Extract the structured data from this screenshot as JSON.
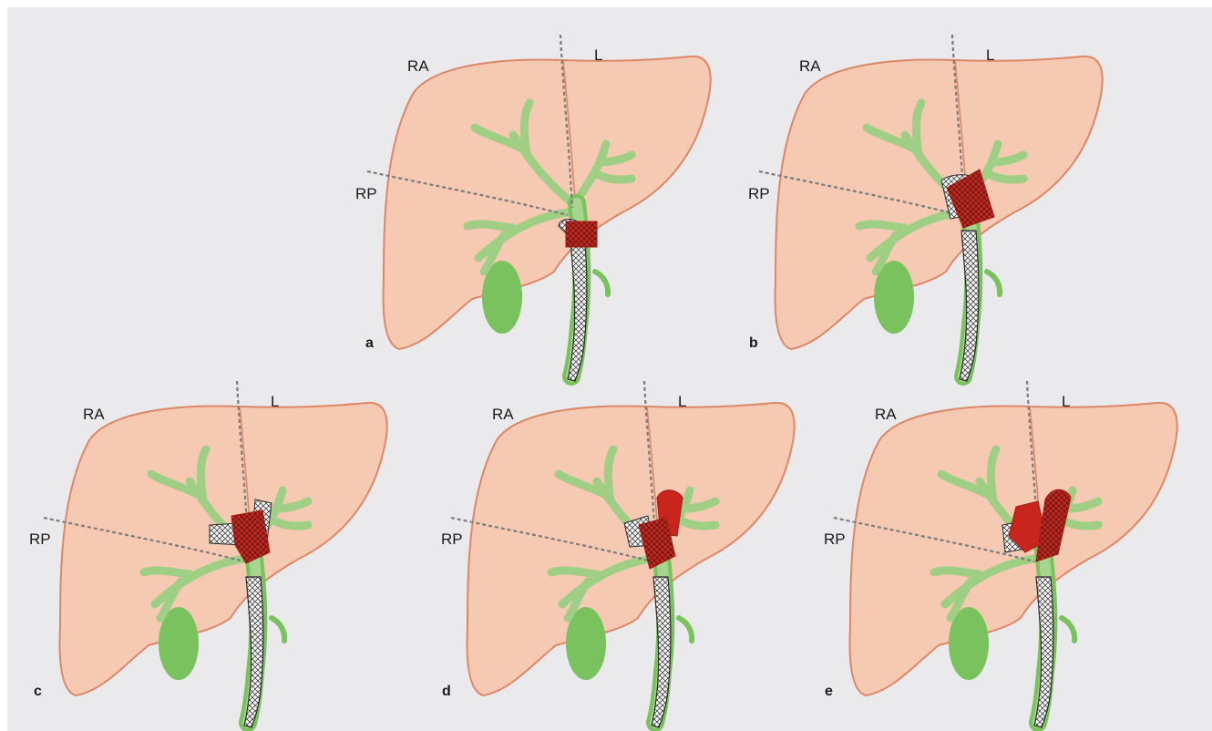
{
  "colors": {
    "background": "#eae9ec",
    "liver_fill": "#f5c9b2",
    "liver_stroke": "#de8668",
    "bile_duct": "#9fcf84",
    "gallbladder": "#79c25e",
    "stricture": "#c8261c",
    "stent_fill": "#f4f4f4",
    "stent_mesh": "#2b2b2b",
    "divider": "#7c7c7c"
  },
  "panels": [
    {
      "id": "a",
      "letter": "a",
      "labels": {
        "ra": "RA",
        "l": "L",
        "rp": "RP"
      },
      "stricture_level": "common hepatic duct",
      "stent": "single straight"
    },
    {
      "id": "b",
      "letter": "b",
      "labels": {
        "ra": "RA",
        "l": "L",
        "rp": "RP"
      },
      "stricture_level": "hilar confluence",
      "stent": "single into right duct"
    },
    {
      "id": "c",
      "letter": "c",
      "labels": {
        "ra": "RA",
        "l": "L",
        "rp": "RP"
      },
      "stricture_level": "hilar, both ducts",
      "stent": "bilateral"
    },
    {
      "id": "d",
      "letter": "d",
      "labels": {
        "ra": "RA",
        "l": "L",
        "rp": "RP"
      },
      "stricture_level": "hilar extending left",
      "stent": "single into right duct"
    },
    {
      "id": "e",
      "letter": "e",
      "labels": {
        "ra": "RA",
        "l": "L",
        "rp": "RP"
      },
      "stricture_level": "hilar extending left",
      "stent": "bilateral Y"
    }
  ]
}
